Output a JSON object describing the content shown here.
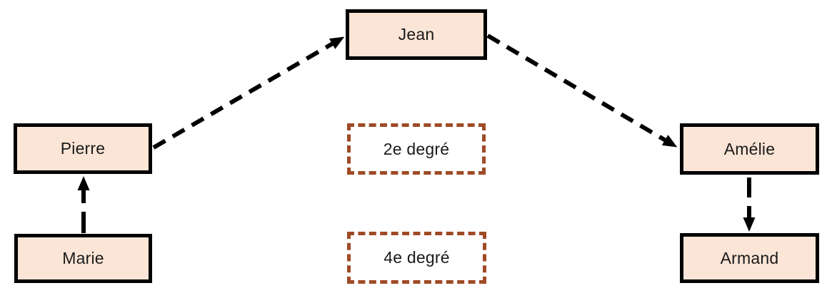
{
  "diagram": {
    "type": "relationship-diagram",
    "background_color": "#ffffff",
    "colors": {
      "node_fill": "#FBE5D6",
      "node_border": "#000000",
      "legend_border": "#9E4B25",
      "arrow": "#000000",
      "text": "#1a1a1a"
    },
    "nodes": [
      {
        "id": "jean",
        "label": "Jean"
      },
      {
        "id": "pierre",
        "label": "Pierre"
      },
      {
        "id": "amelie",
        "label": "Amélie"
      },
      {
        "id": "marie",
        "label": "Marie"
      },
      {
        "id": "armand",
        "label": "Armand"
      }
    ],
    "legends": [
      {
        "id": "deg2",
        "label": "2e degré"
      },
      {
        "id": "deg4",
        "label": "4e degré"
      }
    ],
    "edges": [
      {
        "from": "marie",
        "to": "pierre",
        "style": "dashed",
        "arrowhead": "end"
      },
      {
        "from": "pierre",
        "to": "jean",
        "style": "dashed",
        "arrowhead": "end"
      },
      {
        "from": "jean",
        "to": "amelie",
        "style": "dashed",
        "arrowhead": "end"
      },
      {
        "from": "amelie",
        "to": "armand",
        "style": "dashed",
        "arrowhead": "end"
      }
    ]
  }
}
